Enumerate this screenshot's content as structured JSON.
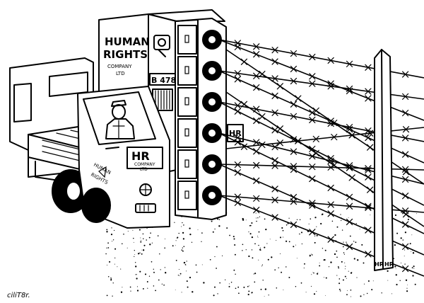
{
  "cartoon": {
    "truck_box_text": {
      "line1": "HUMAN",
      "line2": "RIGHTS",
      "line3": "COMPANY",
      "line4": "LTD"
    },
    "plate": "B 478",
    "door_logo": {
      "main": "HR",
      "sub1": "COMPANY",
      "sub2": "LTD"
    },
    "door_side_text": {
      "line1": "HUMAN",
      "line2": "RIGHTS"
    },
    "rear_logo": "HR",
    "post_labels": [
      "HR",
      "HR"
    ],
    "signature": "ciliT8r."
  },
  "colors": {
    "ink": "#000000",
    "paper": "#ffffff"
  }
}
